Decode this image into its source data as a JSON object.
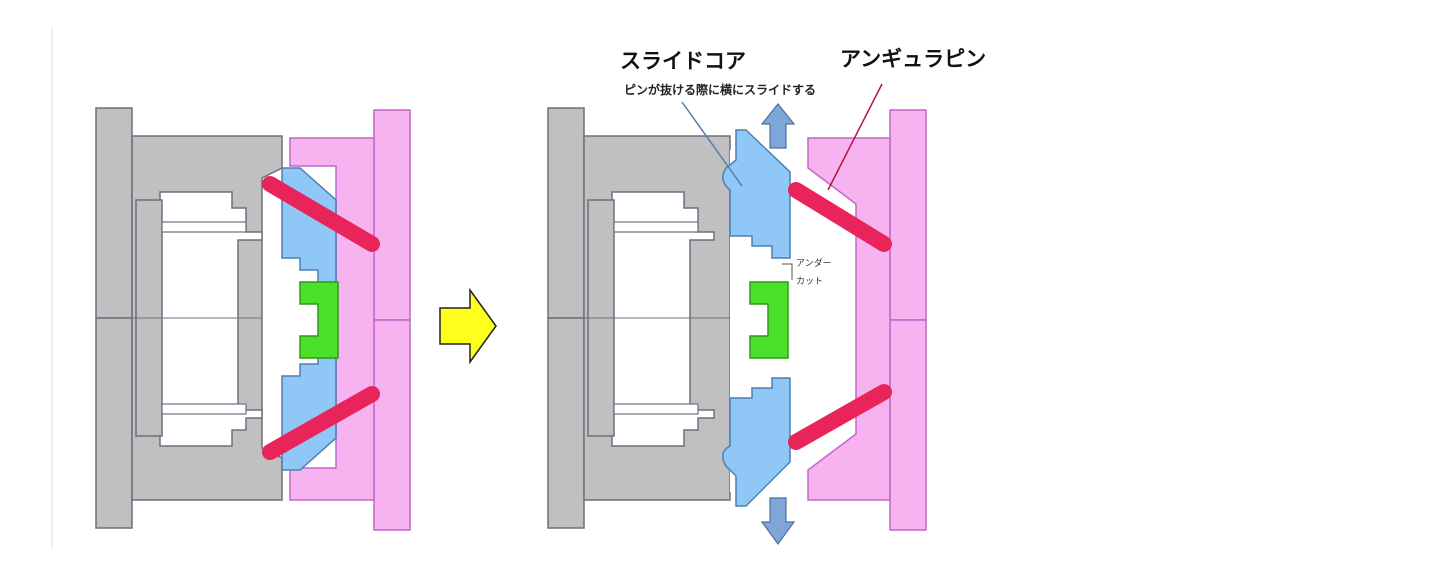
{
  "labels": {
    "slide_core": "スライドコア",
    "slide_core_note": "ピンが抜ける際に横にスライドする",
    "angular_pin": "アンギュラピン",
    "undercut_line1": "アンダー",
    "undercut_line2": "カット"
  },
  "colors": {
    "mold_gray": "#c0c0c0",
    "mold_outline": "#6f6f80",
    "cavity_pink": "#f7b2f0",
    "pink_outline": "#c266c8",
    "slide_blue": "#8fc8f6",
    "blue_outline": "#4f7fb0",
    "pin_red": "#e8245a",
    "product_green": "#4be02a",
    "arrow_yellow": "#ffff1e",
    "arrow_blue": "#7fa6d8",
    "callout_red": "#b0183c"
  }
}
